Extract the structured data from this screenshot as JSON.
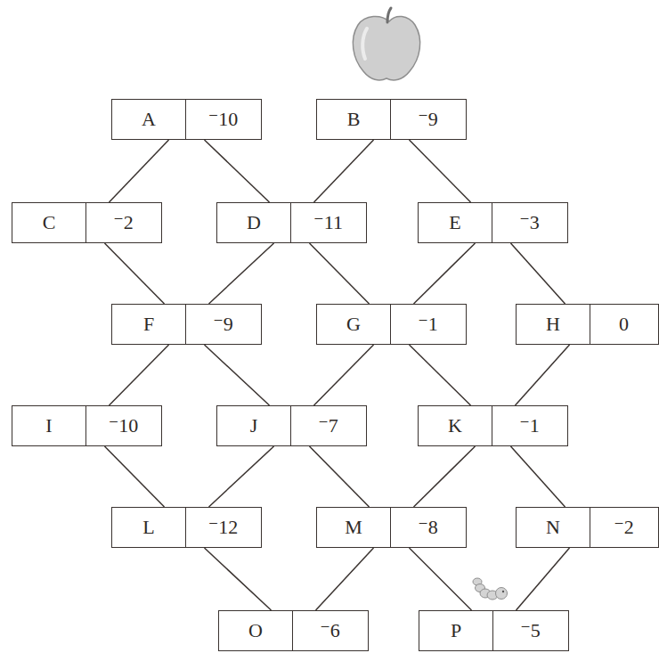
{
  "diagram": {
    "nodes": [
      {
        "text": [
          "A",
          "⁻10"
        ]
      },
      {
        "text": [
          "B",
          "⁻9"
        ]
      },
      {
        "text": [
          "C",
          "⁻2"
        ]
      },
      {
        "text": [
          "D",
          "⁻11"
        ]
      },
      {
        "text": [
          "E",
          "⁻3"
        ]
      },
      {
        "text": [
          "F",
          "⁻9"
        ]
      },
      {
        "text": [
          "G",
          "⁻1"
        ]
      },
      {
        "text": [
          "H",
          "0"
        ]
      },
      {
        "text": [
          "I",
          "⁻10"
        ]
      },
      {
        "text": [
          "J",
          "⁻7"
        ]
      },
      {
        "text": [
          "K",
          "⁻1"
        ]
      },
      {
        "text": [
          "L",
          "⁻12"
        ]
      },
      {
        "text": [
          "M",
          "⁻8"
        ]
      },
      {
        "text": [
          "N",
          "⁻2"
        ]
      },
      {
        "text": [
          "O",
          "⁻6"
        ]
      },
      {
        "text": [
          "P",
          "⁻5"
        ]
      }
    ],
    "edges": [
      {
        "from": 0,
        "to": 2,
        "arrow": "none"
      },
      {
        "from": 0,
        "to": 3,
        "arrow": "none"
      },
      {
        "from": 1,
        "to": 3,
        "arrow": "none"
      },
      {
        "from": 1,
        "to": 4,
        "arrow": "none"
      },
      {
        "from": 2,
        "to": 5,
        "arrow": "none"
      },
      {
        "from": 3,
        "to": 5,
        "arrow": "none"
      },
      {
        "from": 3,
        "to": 6,
        "arrow": "none"
      },
      {
        "from": 4,
        "to": 6,
        "arrow": "none"
      },
      {
        "from": 4,
        "to": 7,
        "arrow": "none"
      },
      {
        "from": 5,
        "to": 8,
        "arrow": "none"
      },
      {
        "from": 5,
        "to": 9,
        "arrow": "none"
      },
      {
        "from": 6,
        "to": 9,
        "arrow": "none"
      },
      {
        "from": 6,
        "to": 10,
        "arrow": "none"
      },
      {
        "from": 7,
        "to": 10,
        "arrow": "none"
      },
      {
        "from": 8,
        "to": 11,
        "arrow": "none"
      },
      {
        "from": 9,
        "to": 11,
        "arrow": "none"
      },
      {
        "from": 9,
        "to": 12,
        "arrow": "none"
      },
      {
        "from": 10,
        "to": 12,
        "arrow": "none"
      },
      {
        "from": 10,
        "to": 13,
        "arrow": "none"
      },
      {
        "from": 11,
        "to": 14,
        "arrow": "none"
      },
      {
        "from": 12,
        "to": 14,
        "arrow": "none"
      },
      {
        "from": 12,
        "to": 15,
        "arrow": "none"
      },
      {
        "from": 13,
        "to": 15,
        "arrow": "none"
      }
    ]
  }
}
